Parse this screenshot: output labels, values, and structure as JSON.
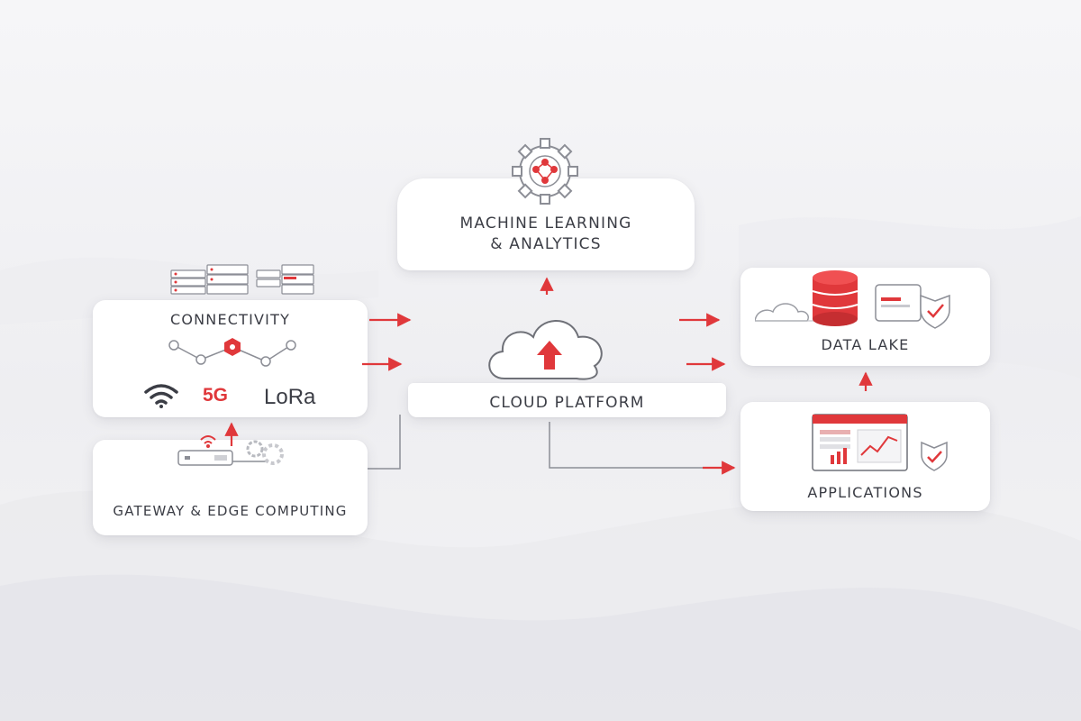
{
  "colors": {
    "accent_red": "#e0383b",
    "line_gray": "#8c8e96",
    "text_dark": "#3b3d45",
    "card_bg": "#ffffff"
  },
  "nodes": {
    "connectivity": {
      "label": "CONNECTIVITY",
      "protocols": {
        "wifi_icon": "wifi-icon",
        "fiveg": "5G",
        "lora": "LoRa"
      }
    },
    "gateway": {
      "label": "GATEWAY & EDGE COMPUTING"
    },
    "ml": {
      "label_line1": "MACHINE LEARNING",
      "label_line2": "& ANALYTICS"
    },
    "cloud": {
      "label": "CLOUD PLATFORM"
    },
    "datalake": {
      "label": "DATA LAKE"
    },
    "applications": {
      "label": "APPLICATIONS"
    }
  },
  "flows": [
    {
      "from": "gateway",
      "to": "connectivity"
    },
    {
      "from": "connectivity",
      "to": "cloud"
    },
    {
      "from": "gateway",
      "to": "cloud"
    },
    {
      "from": "cloud",
      "to": "ml"
    },
    {
      "from": "cloud",
      "to": "datalake"
    },
    {
      "from": "cloud",
      "to": "applications"
    },
    {
      "from": "applications",
      "to": "datalake"
    }
  ]
}
